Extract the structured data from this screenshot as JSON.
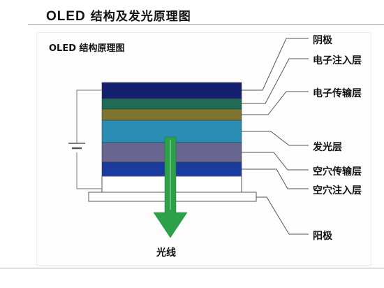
{
  "header": {
    "title_latin": "OLED",
    "title_cjk": "结构及发光原理图"
  },
  "figure": {
    "title": "OLED 结构原理图",
    "arrow_label": "光线"
  },
  "layers": [
    {
      "id": "cathode",
      "label": "阴极",
      "color": "#15206e"
    },
    {
      "id": "electron-injection",
      "label": "电子注入层",
      "color": "#1f6b55"
    },
    {
      "id": "electron-transport",
      "label": "电子传输层",
      "color": "#7d7430"
    },
    {
      "id": "emission",
      "label": "发光层",
      "color": "#2a8cb2"
    },
    {
      "id": "hole-transport",
      "label": "空穴传输层",
      "color": "#686590"
    },
    {
      "id": "hole-injection",
      "label": "空穴注入层",
      "color": "#1b3c9c"
    },
    {
      "id": "anode",
      "label": "阳极",
      "color": "#ffffff"
    }
  ],
  "colors": {
    "arrow": "#2fa04a",
    "leader": "#555555",
    "substrate_border": "#555555"
  }
}
